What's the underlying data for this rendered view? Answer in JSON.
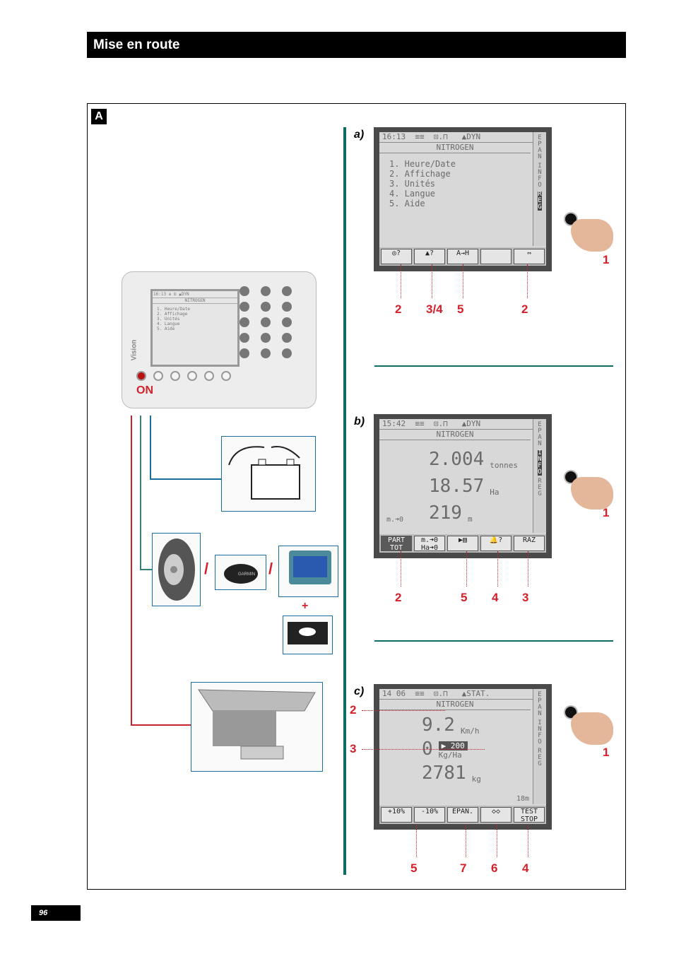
{
  "header": {
    "title": "Mise en route"
  },
  "section": {
    "tag": "A"
  },
  "console": {
    "brand": "Vision",
    "on_label": "ON",
    "top": "16:13  ≡  ⊡  ▲DYN",
    "title": "NITROGEN",
    "items": [
      "1. Heure/Date",
      "2. Affichage",
      "3. Unités",
      "4. Langue",
      "5. Aide"
    ]
  },
  "plus": "+",
  "slash": "/",
  "gps_brand": "GARMIN",
  "screen_a": {
    "label": "a)",
    "top": "16:13  ≡≡  ⊡.⊓   ▲DYN",
    "title": "NITROGEN",
    "items": [
      "1. Heure/Date",
      "2. Affichage",
      "3. Unités",
      "4. Langue",
      "5. Aide"
    ],
    "side": [
      "EPAN",
      "INFO",
      "REG"
    ],
    "softkeys": [
      "◎?",
      "▲?",
      "A→H",
      "",
      "⇔"
    ],
    "callouts": [
      "2",
      "3/4",
      "5",
      "2"
    ],
    "hand": "1"
  },
  "screen_b": {
    "label": "b)",
    "top": "15:42  ≡≡  ⊡.⊓   ▲DYN",
    "title": "NITROGEN",
    "rows": [
      {
        "value": "2.004",
        "unit": "tonnes"
      },
      {
        "value": "18.57",
        "unit": "Ha"
      },
      {
        "prefix": "m.➜0",
        "value": "219",
        "unit": "m"
      }
    ],
    "side": [
      "EPAN",
      "INFO",
      "REG"
    ],
    "softkeys": [
      "PART TOT",
      "m.➜0 Ha➜0",
      "▶▤",
      "🔔?",
      "RAZ"
    ],
    "callouts": [
      "2",
      "5",
      "4",
      "3"
    ],
    "hand": "1"
  },
  "screen_c": {
    "label": "c)",
    "top": "14 06  ≡≡  ⊡.⊓   ▲STAT.",
    "title": "NITROGEN",
    "rows": [
      {
        "value": "9.2",
        "unit": "Km/h"
      },
      {
        "value": "0",
        "unit": "Kg/Ha",
        "set": "200"
      },
      {
        "value": "2781",
        "unit": "kg"
      }
    ],
    "width": "18m",
    "side": [
      "EPAN",
      "INFO",
      "REG"
    ],
    "softkeys": [
      "+10%",
      "-10%",
      "EPAN.",
      "◇◇",
      "TEST STOP"
    ],
    "callouts_left": [
      "2",
      "3"
    ],
    "callouts": [
      "5",
      "7",
      "6",
      "4"
    ],
    "hand": "1"
  },
  "page_number": "96"
}
